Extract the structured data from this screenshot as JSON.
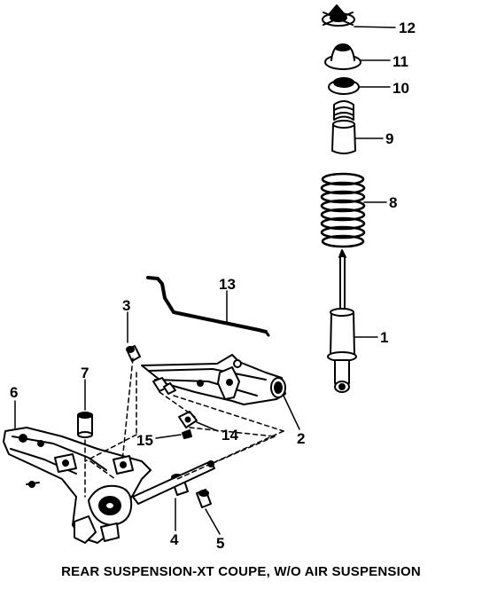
{
  "caption": "REAR SUSPENSION-XT COUPE, W/O AIR SUSPENSION",
  "callouts": {
    "c1": "1",
    "c2": "2",
    "c3": "3",
    "c4": "4",
    "c5": "5",
    "c6": "6",
    "c7": "7",
    "c8": "8",
    "c9": "9",
    "c10": "10",
    "c11": "11",
    "c12": "12",
    "c13": "13",
    "c14": "14",
    "c15": "15"
  },
  "colors": {
    "ink": "#000000",
    "paper": "#ffffff"
  }
}
